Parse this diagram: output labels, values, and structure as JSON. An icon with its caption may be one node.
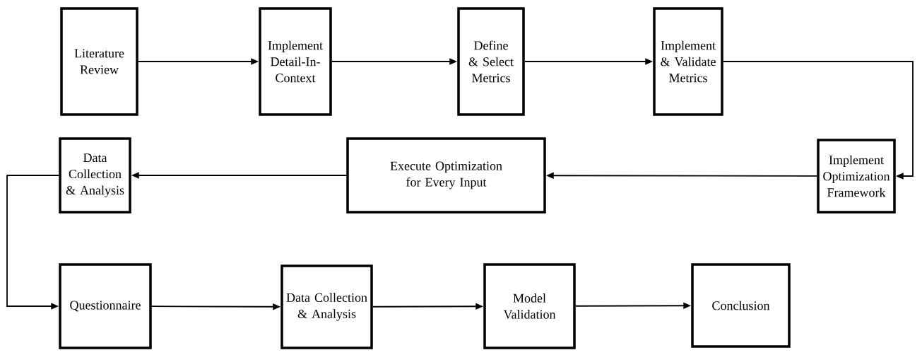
{
  "diagram": {
    "nodes": [
      {
        "text": [
          "Literature Review"
        ]
      },
      {
        "text": [
          "Implement Detail-In-Context"
        ]
      },
      {
        "text": [
          "Define & Select Metrics"
        ]
      },
      {
        "text": [
          "Implement & Validate Metrics"
        ]
      },
      {
        "text": [
          "Implement Optimization Framework"
        ]
      },
      {
        "text": [
          "Execute Optimization for Every Input"
        ]
      },
      {
        "text": [
          "Data Collection & Analysis"
        ]
      },
      {
        "text": [
          "Questionnaire"
        ]
      },
      {
        "text": [
          "Data Collection & Analysis"
        ]
      },
      {
        "text": [
          "Model Validation"
        ]
      },
      {
        "text": [
          "Conclusion"
        ]
      }
    ],
    "edges": [
      {
        "from": 0,
        "to": 1,
        "arrow": "to"
      },
      {
        "from": 1,
        "to": 2,
        "arrow": "to"
      },
      {
        "from": 2,
        "to": 3,
        "arrow": "to"
      },
      {
        "from": 3,
        "to": 4,
        "arrow": "to"
      },
      {
        "from": 4,
        "to": 5,
        "arrow": "to"
      },
      {
        "from": 5,
        "to": 6,
        "arrow": "to"
      },
      {
        "from": 6,
        "to": 7,
        "arrow": "to"
      },
      {
        "from": 7,
        "to": 8,
        "arrow": "to"
      },
      {
        "from": 8,
        "to": 9,
        "arrow": "to"
      },
      {
        "from": 9,
        "to": 10,
        "arrow": "to"
      }
    ]
  }
}
